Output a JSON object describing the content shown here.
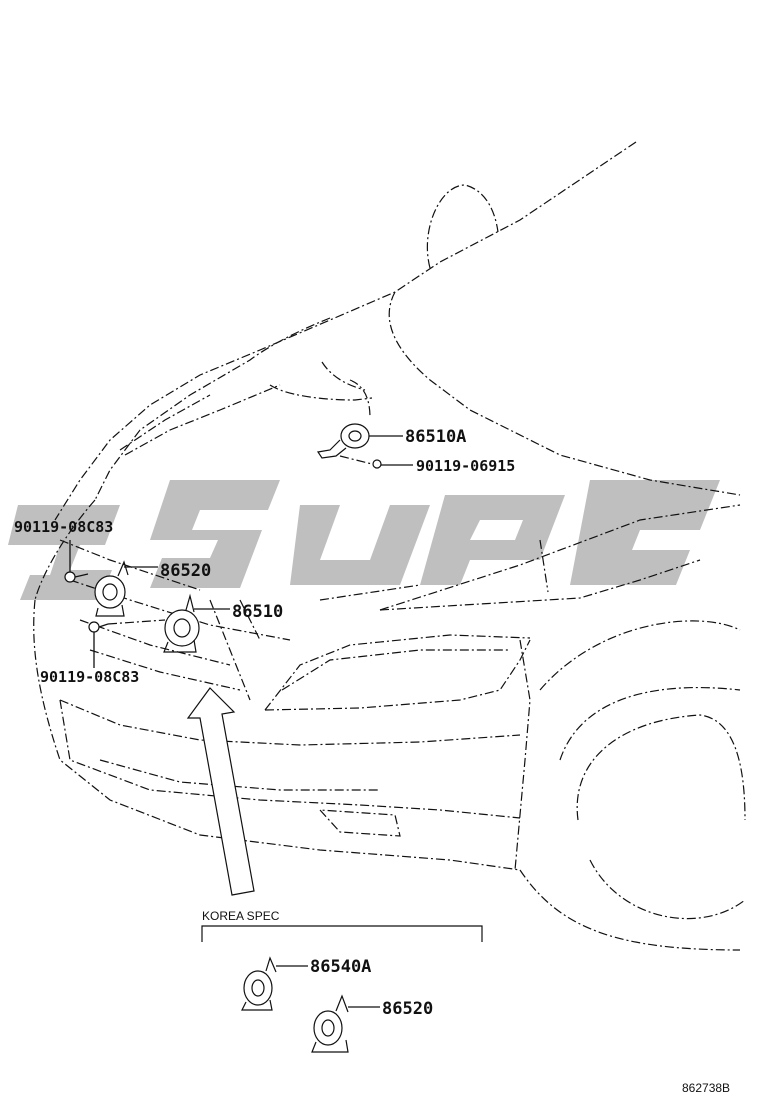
{
  "watermark": "",
  "callouts": {
    "p86510A": "86510A",
    "p90119_06915": "90119-06915",
    "p90119_08C83_top": "90119-08C83",
    "p86520": "86520",
    "p86510": "86510",
    "p90119_08C83_bottom": "90119-08C83",
    "korea_spec": "KOREA SPEC",
    "korea_86540A": "86540A",
    "korea_86520": "86520"
  },
  "figure_id": "862738B"
}
